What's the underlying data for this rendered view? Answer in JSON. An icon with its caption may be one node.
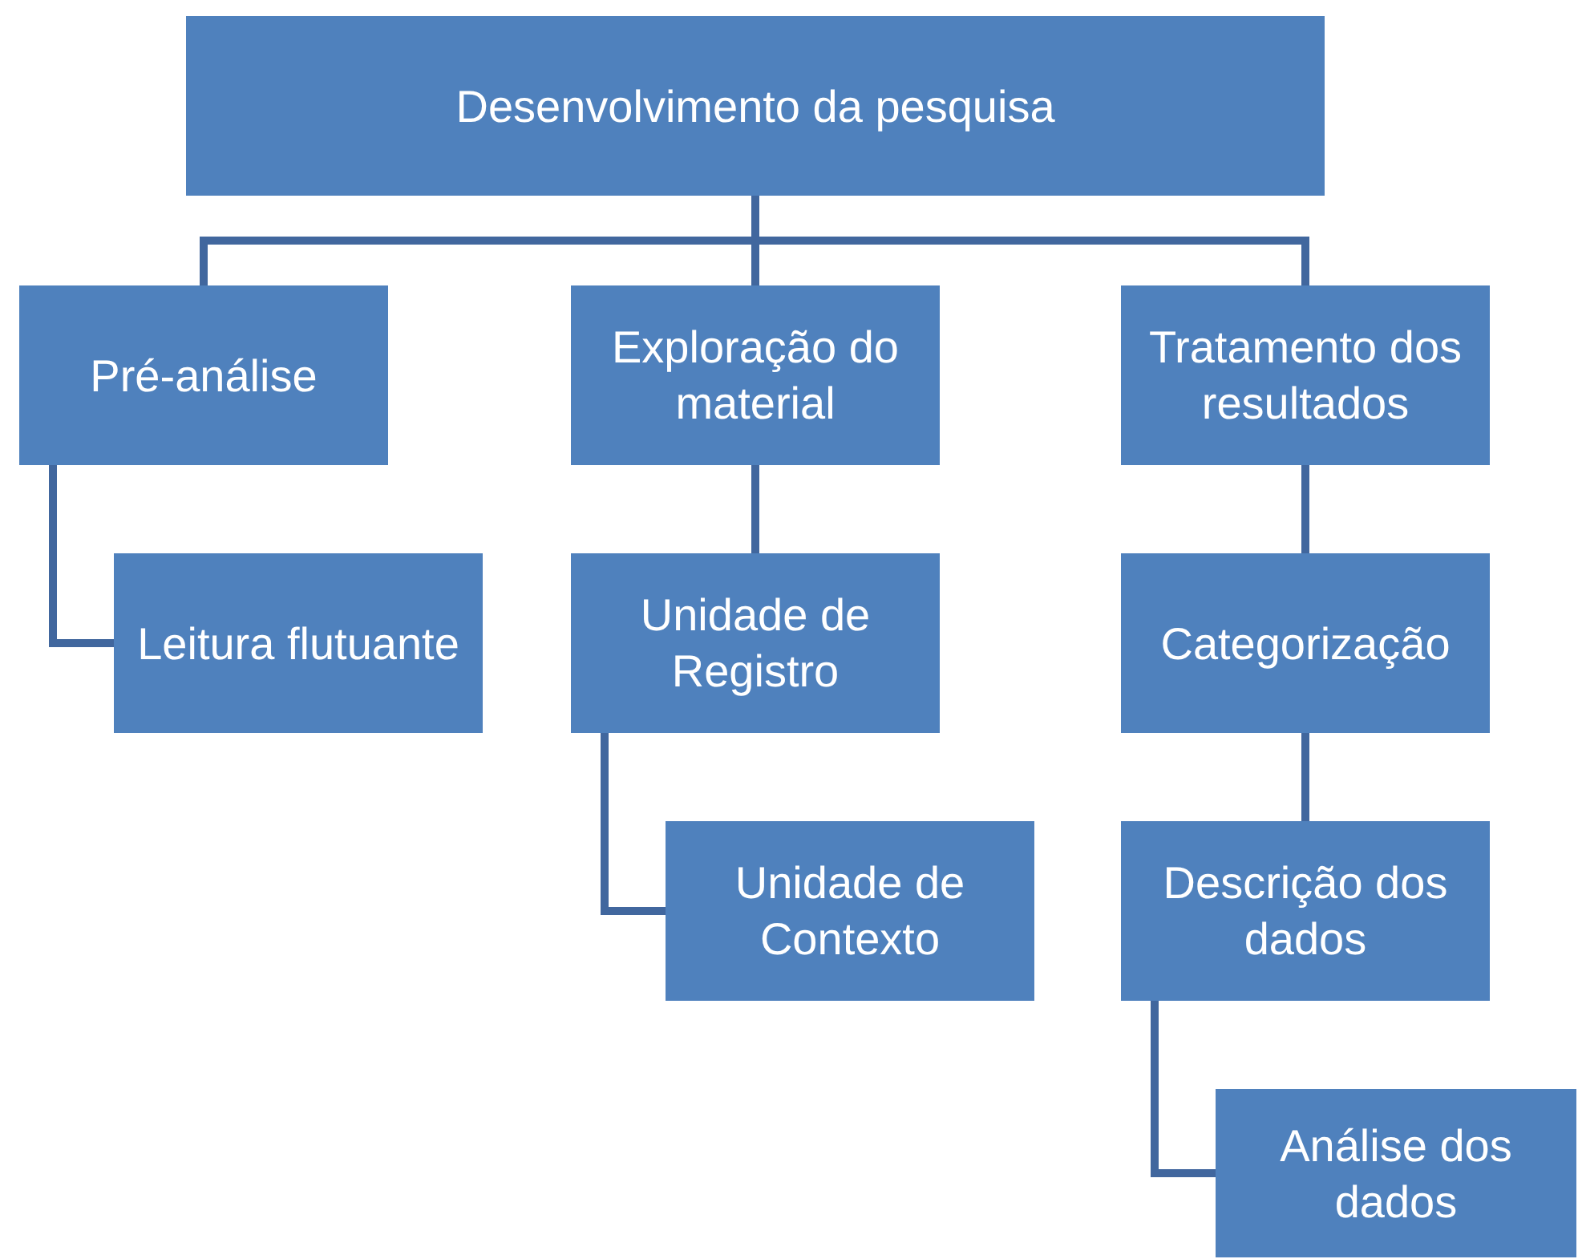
{
  "diagram": {
    "nodes": [
      {
        "text": [
          "Desenvolvimento da pesquisa"
        ]
      },
      {
        "text": [
          "Pré-análise"
        ]
      },
      {
        "text": [
          "Exploração do material"
        ]
      },
      {
        "text": [
          "Tratamento dos resultados"
        ]
      },
      {
        "text": [
          "Leitura flutuante"
        ]
      },
      {
        "text": [
          "Unidade de Registro"
        ]
      },
      {
        "text": [
          "Unidade de Contexto"
        ]
      },
      {
        "text": [
          "Categorização"
        ]
      },
      {
        "text": [
          "Descrição dos dados"
        ]
      },
      {
        "text": [
          "Análise dos dados"
        ]
      }
    ],
    "edges": [
      {
        "from": 0,
        "to": 1,
        "arrow": "none"
      },
      {
        "from": 0,
        "to": 2,
        "arrow": "none"
      },
      {
        "from": 0,
        "to": 3,
        "arrow": "none"
      },
      {
        "from": 1,
        "to": 4,
        "arrow": "none"
      },
      {
        "from": 2,
        "to": 5,
        "arrow": "none"
      },
      {
        "from": 5,
        "to": 6,
        "arrow": "none"
      },
      {
        "from": 3,
        "to": 7,
        "arrow": "none"
      },
      {
        "from": 7,
        "to": 8,
        "arrow": "none"
      },
      {
        "from": 8,
        "to": 9,
        "arrow": "none"
      }
    ]
  }
}
